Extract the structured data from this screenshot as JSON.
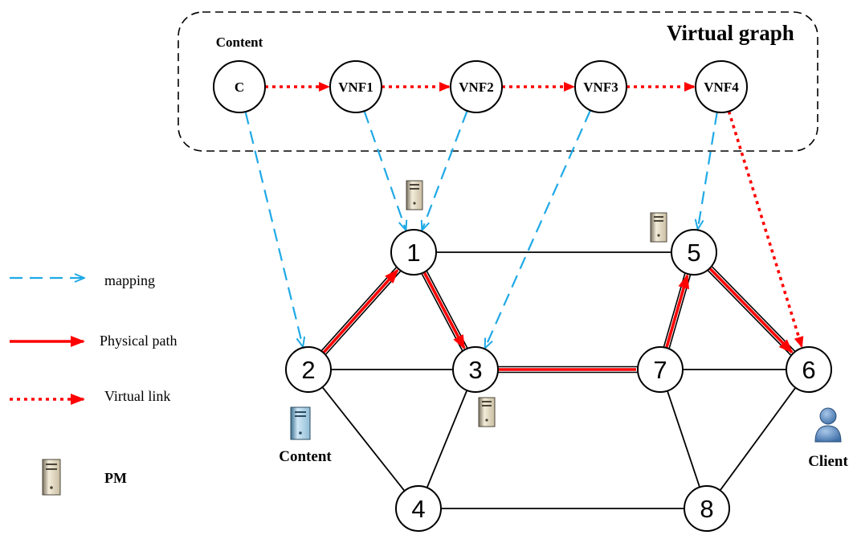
{
  "virtual_graph": {
    "title": "Virtual graph",
    "content_label": "Content",
    "nodes": [
      {
        "id": "C",
        "label": "C"
      },
      {
        "id": "VNF1",
        "label": "VNF1"
      },
      {
        "id": "VNF2",
        "label": "VNF2"
      },
      {
        "id": "VNF3",
        "label": "VNF3"
      },
      {
        "id": "VNF4",
        "label": "VNF4"
      }
    ]
  },
  "physical_graph": {
    "nodes": [
      {
        "id": "1",
        "label": "1"
      },
      {
        "id": "2",
        "label": "2"
      },
      {
        "id": "3",
        "label": "3"
      },
      {
        "id": "4",
        "label": "4"
      },
      {
        "id": "5",
        "label": "5"
      },
      {
        "id": "6",
        "label": "6"
      },
      {
        "id": "7",
        "label": "7"
      },
      {
        "id": "8",
        "label": "8"
      }
    ],
    "links": [
      [
        "1",
        "5"
      ],
      [
        "1",
        "2"
      ],
      [
        "1",
        "3"
      ],
      [
        "2",
        "3"
      ],
      [
        "2",
        "4"
      ],
      [
        "3",
        "4"
      ],
      [
        "3",
        "7"
      ],
      [
        "7",
        "6"
      ],
      [
        "5",
        "7"
      ],
      [
        "5",
        "6"
      ],
      [
        "4",
        "8"
      ],
      [
        "7",
        "8"
      ],
      [
        "6",
        "8"
      ]
    ],
    "physical_path": [
      [
        "2",
        "1"
      ],
      [
        "1",
        "3"
      ],
      [
        "3",
        "7"
      ],
      [
        "7",
        "5"
      ],
      [
        "5",
        "6"
      ]
    ],
    "mappings": [
      [
        "C",
        "2"
      ],
      [
        "VNF1",
        "1"
      ],
      [
        "VNF2",
        "1"
      ],
      [
        "VNF3",
        "3"
      ],
      [
        "VNF4",
        "5"
      ]
    ],
    "virtual_links": [
      [
        "C",
        "VNF1"
      ],
      [
        "VNF1",
        "VNF2"
      ],
      [
        "VNF2",
        "VNF3"
      ],
      [
        "VNF3",
        "VNF4"
      ],
      [
        "VNF4",
        "6"
      ]
    ],
    "content_node_label": "Content",
    "client_label": "Client"
  },
  "legend": {
    "mapping": "mapping",
    "physical_path": "Physical path",
    "virtual_link": "Virtual link",
    "pm": "PM"
  },
  "colors": {
    "mapping": "#1fa9e6",
    "physical_path": "#ff0000",
    "virtual_link": "#ff0000",
    "node_stroke": "#000000",
    "node_fill": "#ffffff"
  }
}
